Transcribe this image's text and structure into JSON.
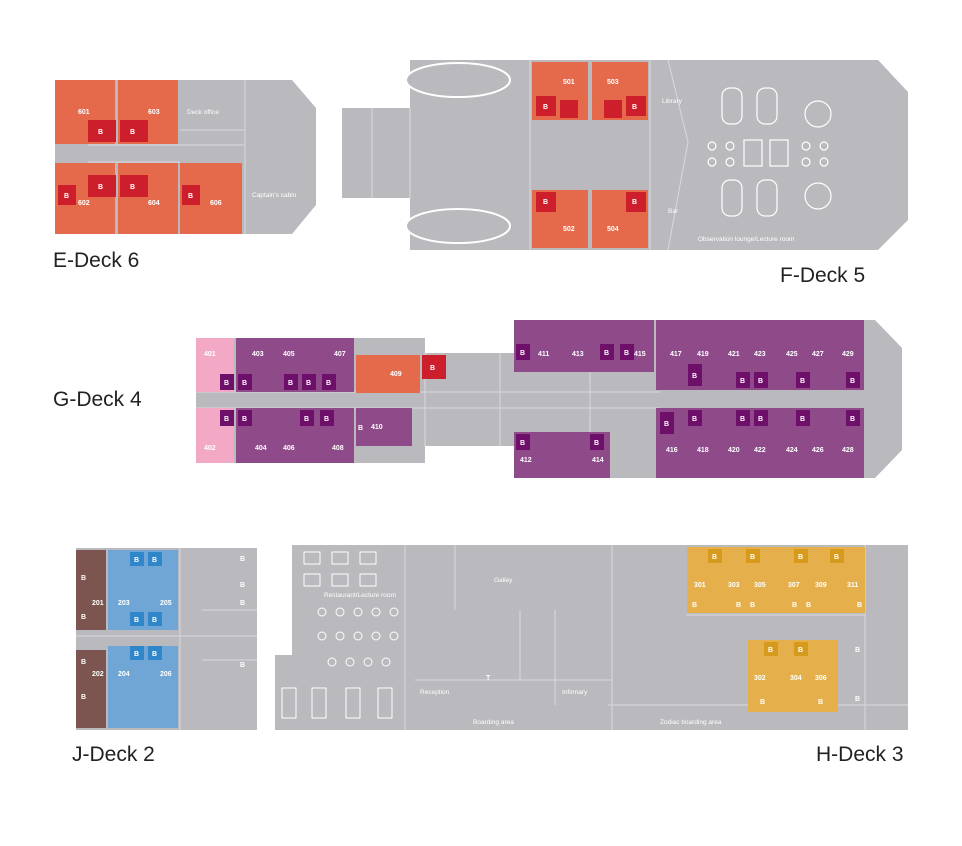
{
  "colors": {
    "hull": "#b9b9be",
    "hull_line": "#d9d9dd",
    "deck6": "#e56a4c",
    "deck6_dark": "#cc1e2b",
    "deck5": "#e56a4c",
    "deck5_dark": "#cc1e2b",
    "deck4_light": "#f3a8c6",
    "deck4": "#8f4a8a",
    "deck4_dark": "#6e0f6a",
    "deck4_orange": "#e56a4c",
    "deck4_red": "#cc1e2b",
    "deck3": "#e5b04c",
    "deck3_dark": "#d69a1c",
    "deck2_brown": "#7d5550",
    "deck2_blue": "#6fa6d6",
    "deck2_blue_dark": "#2f86c8"
  },
  "b_label": "B",
  "t_label": "T",
  "decks": {
    "e6": {
      "title": "E-Deck 6",
      "cabins": [
        "601",
        "603",
        "602",
        "604",
        "606"
      ],
      "areas": {
        "deck_office": "Deck office",
        "captains_cabin": "Captain's cabin"
      }
    },
    "f5": {
      "title": "F-Deck 5",
      "cabins": [
        "501",
        "503",
        "502",
        "504"
      ],
      "areas": {
        "library": "Library",
        "bar": "Bar",
        "observation": "Observation lounge/Lecture room"
      }
    },
    "g4": {
      "title": "G-Deck 4",
      "cabins": [
        "401",
        "403",
        "405",
        "407",
        "409",
        "411",
        "413",
        "415",
        "417",
        "419",
        "421",
        "423",
        "425",
        "427",
        "429",
        "402",
        "404",
        "406",
        "408",
        "410",
        "412",
        "414",
        "416",
        "418",
        "420",
        "422",
        "424",
        "426",
        "428"
      ]
    },
    "h3": {
      "title": "H-Deck 3",
      "cabins": [
        "301",
        "303",
        "305",
        "307",
        "309",
        "311",
        "302",
        "304",
        "306"
      ],
      "areas": {
        "galley": "Galley",
        "restaurant": "Restaurant/Lecture room",
        "reception": "Reception",
        "infirmary": "Infirmary",
        "boarding": "Boarding area",
        "zodiac": "Zodiac boarding area"
      }
    },
    "j2": {
      "title": "J-Deck 2",
      "cabins": [
        "201",
        "203",
        "205",
        "202",
        "204",
        "206"
      ]
    }
  }
}
